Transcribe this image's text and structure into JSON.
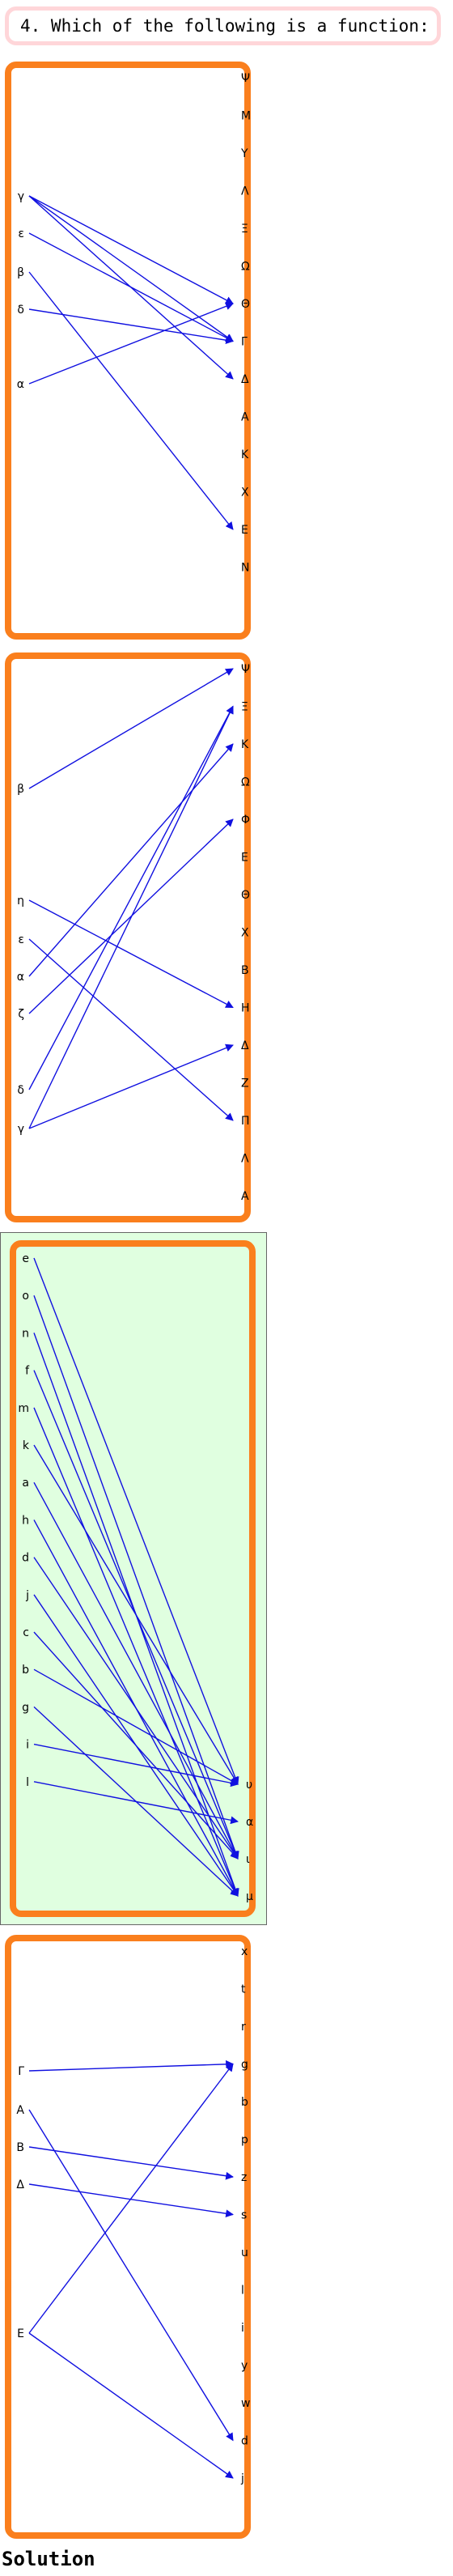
{
  "question": "4. Which of the following is a function:",
  "solution_label": "Solution",
  "colors": {
    "frame": "#fa7f1d",
    "arrow": "#1010e0",
    "correct_bg": "#e0ffe0",
    "question_border": "#ffd6d9"
  },
  "diagrams": [
    {
      "correct": false,
      "domain": [
        "γ",
        "ε",
        "β",
        "δ",
        "α"
      ],
      "codomain": [
        "Ψ",
        "Μ",
        "Υ",
        "Λ",
        "Ξ",
        "Ω",
        "Θ",
        "Γ",
        "Δ",
        "Α",
        "Κ",
        "Χ",
        "Ε",
        "Ν"
      ],
      "arrows": [
        [
          "γ",
          "Γ"
        ],
        [
          "γ",
          "Δ"
        ],
        [
          "γ",
          "Θ"
        ],
        [
          "ε",
          "Γ"
        ],
        [
          "β",
          "Ε"
        ],
        [
          "δ",
          "Γ"
        ],
        [
          "α",
          "Θ"
        ]
      ]
    },
    {
      "correct": false,
      "domain": [
        "β",
        "η",
        "ε",
        "α",
        "ζ",
        "δ",
        "γ"
      ],
      "codomain": [
        "Ψ",
        "Ξ",
        "Κ",
        "Ω",
        "Φ",
        "Ε",
        "Θ",
        "Χ",
        "Β",
        "Η",
        "Δ",
        "Ζ",
        "Π",
        "Λ",
        "Α"
      ],
      "arrows": [
        [
          "β",
          "Ψ"
        ],
        [
          "η",
          "Η"
        ],
        [
          "ε",
          "Π"
        ],
        [
          "α",
          "Κ"
        ],
        [
          "ζ",
          "Φ"
        ],
        [
          "δ",
          "Ξ"
        ],
        [
          "γ",
          "Ξ"
        ],
        [
          "γ",
          "Δ"
        ]
      ]
    },
    {
      "correct": true,
      "domain": [
        "e",
        "o",
        "n",
        "f",
        "m",
        "k",
        "a",
        "h",
        "d",
        "j",
        "c",
        "b",
        "g",
        "i",
        "l"
      ],
      "codomain": [
        "υ",
        "α",
        "ι",
        "μ"
      ],
      "arrows": [
        [
          "e",
          "υ"
        ],
        [
          "o",
          "ι"
        ],
        [
          "n",
          "μ"
        ],
        [
          "f",
          "ι"
        ],
        [
          "m",
          "μ"
        ],
        [
          "k",
          "υ"
        ],
        [
          "a",
          "ι"
        ],
        [
          "h",
          "μ"
        ],
        [
          "d",
          "ι"
        ],
        [
          "j",
          "μ"
        ],
        [
          "c",
          "ι"
        ],
        [
          "b",
          "υ"
        ],
        [
          "g",
          "μ"
        ],
        [
          "i",
          "υ"
        ],
        [
          "l",
          "α"
        ]
      ]
    },
    {
      "correct": false,
      "domain": [
        "Γ",
        "A",
        "B",
        "Δ",
        "E"
      ],
      "codomain": [
        "x",
        "t",
        "r",
        "g",
        "b",
        "p",
        "z",
        "s",
        "u",
        "l",
        "i",
        "y",
        "w",
        "d",
        "j"
      ],
      "arrows": [
        [
          "Γ",
          "g"
        ],
        [
          "A",
          "d"
        ],
        [
          "B",
          "z"
        ],
        [
          "Δ",
          "s"
        ],
        [
          "E",
          "g"
        ],
        [
          "E",
          "j"
        ]
      ]
    }
  ]
}
